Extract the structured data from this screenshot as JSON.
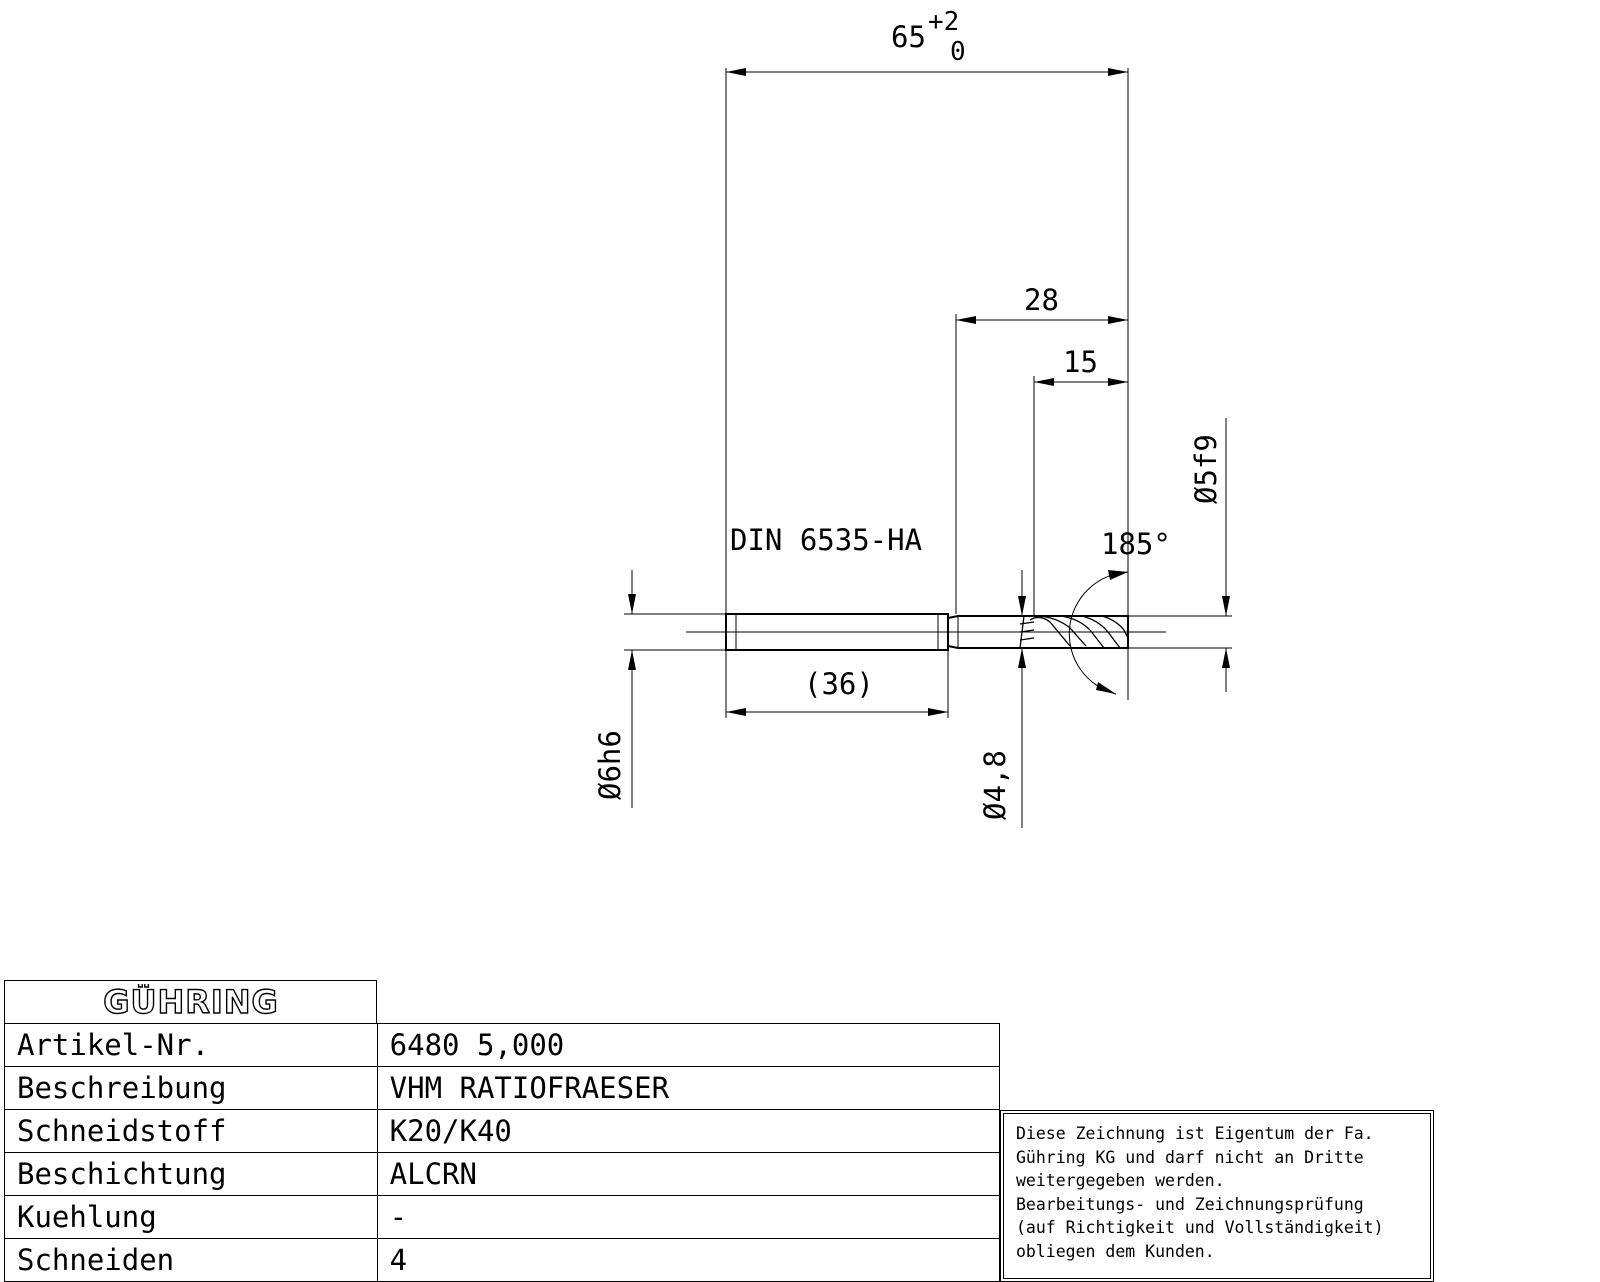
{
  "drawing": {
    "dimensions": {
      "overall_length": "65",
      "overall_tol_upper": "+2",
      "overall_tol_lower": "0",
      "neck_length": "28",
      "flute_length": "15",
      "shank_length": "(36)",
      "head_diameter": "Ø5f9",
      "shank_diameter": "Ø6h6",
      "neck_diameter": "Ø4,8",
      "point_angle": "185°"
    },
    "shank_standard": "DIN 6535-HA"
  },
  "title_block": {
    "logo": "GÜHRING",
    "rows": [
      {
        "key": "Artikel-Nr.",
        "value": "6480 5,000"
      },
      {
        "key": "Beschreibung",
        "value": "VHM RATIOFRAESER"
      },
      {
        "key": "Schneidstoff",
        "value": "K20/K40"
      },
      {
        "key": "Beschichtung",
        "value": "ALCRN"
      },
      {
        "key": "Kuehlung",
        "value": "-"
      },
      {
        "key": "Schneiden",
        "value": "4"
      }
    ]
  },
  "notice": {
    "lines": [
      "Diese Zeichnung ist Eigentum der Fa.",
      "Gühring KG und darf nicht an Dritte",
      "weitergegeben werden.",
      "Bearbeitungs- und Zeichnungsprüfung",
      "(auf Richtigkeit und Vollständigkeit)",
      "obliegen dem Kunden."
    ]
  }
}
